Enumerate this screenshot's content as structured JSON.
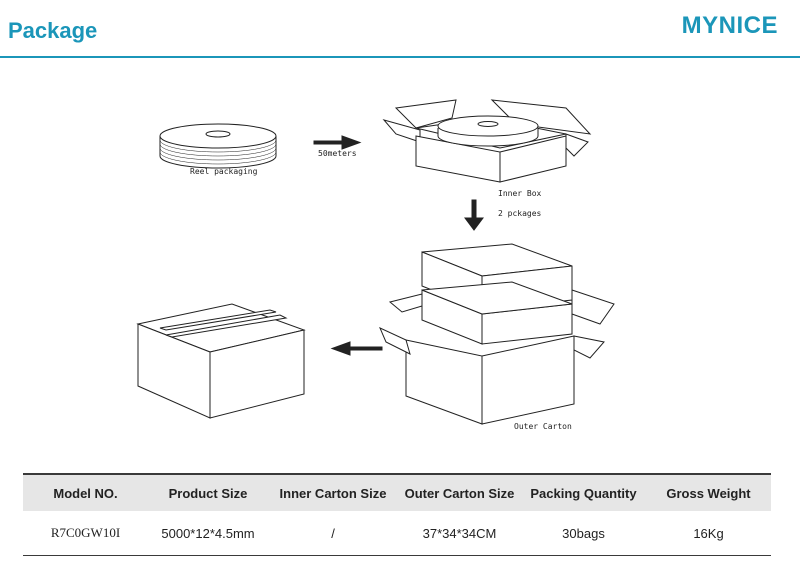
{
  "header": {
    "title": "Package",
    "brand": "MYNICE"
  },
  "diagram": {
    "labels": {
      "reel": "Reel packaging",
      "length": "50meters",
      "inner_box": "Inner Box",
      "inner_count": "2 pckages",
      "outer_carton": "Outer Carton"
    }
  },
  "table": {
    "headers": [
      "Model NO.",
      "Product Size",
      "Inner Carton Size",
      "Outer Carton Size",
      "Packing Quantity",
      "Gross Weight"
    ],
    "rows": [
      [
        "R7C0GW10I",
        "5000*12*4.5mm",
        "/",
        "37*34*34CM",
        "30bags",
        "16Kg"
      ]
    ]
  },
  "colors": {
    "accent": "#1b96b9",
    "header_bg": "#e6e6e6",
    "rule": "#3a3a3a"
  }
}
